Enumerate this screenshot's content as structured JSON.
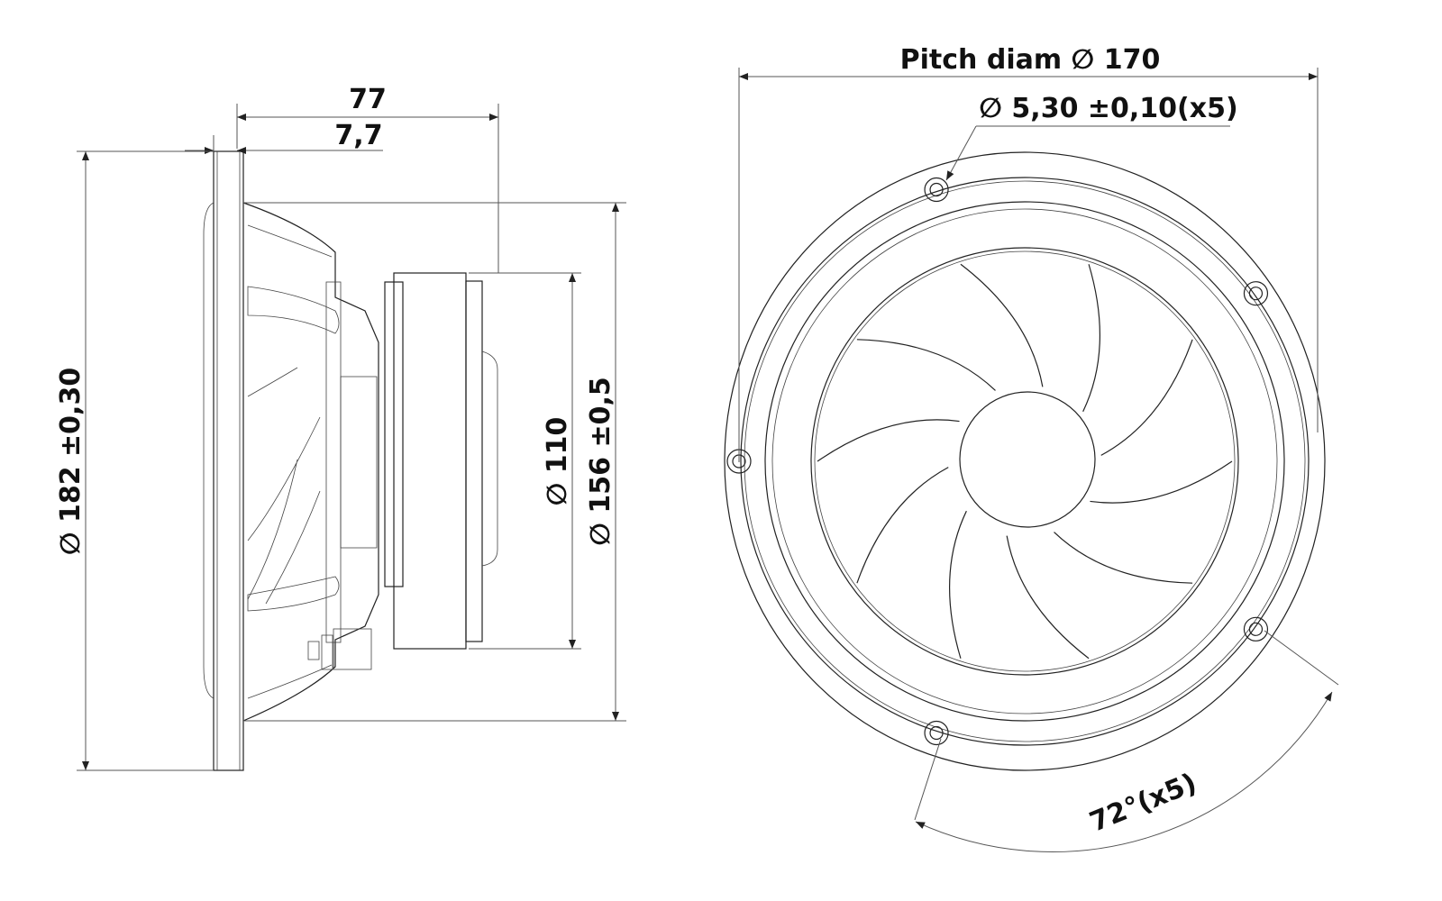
{
  "side_view": {
    "depth_label": "77",
    "flange_label": "7,7",
    "outer_diameter_label": "∅ 182 ±0,30",
    "magnet_diameter_label": "∅ 110",
    "cutout_diameter_label": "∅ 156 ±0,5"
  },
  "front_view": {
    "pitch_label": "Pitch diam ∅ 170",
    "hole_label": "∅ 5,30 ±0,10(x5)",
    "angle_label": "72°(x5)",
    "hole_count": 5
  }
}
